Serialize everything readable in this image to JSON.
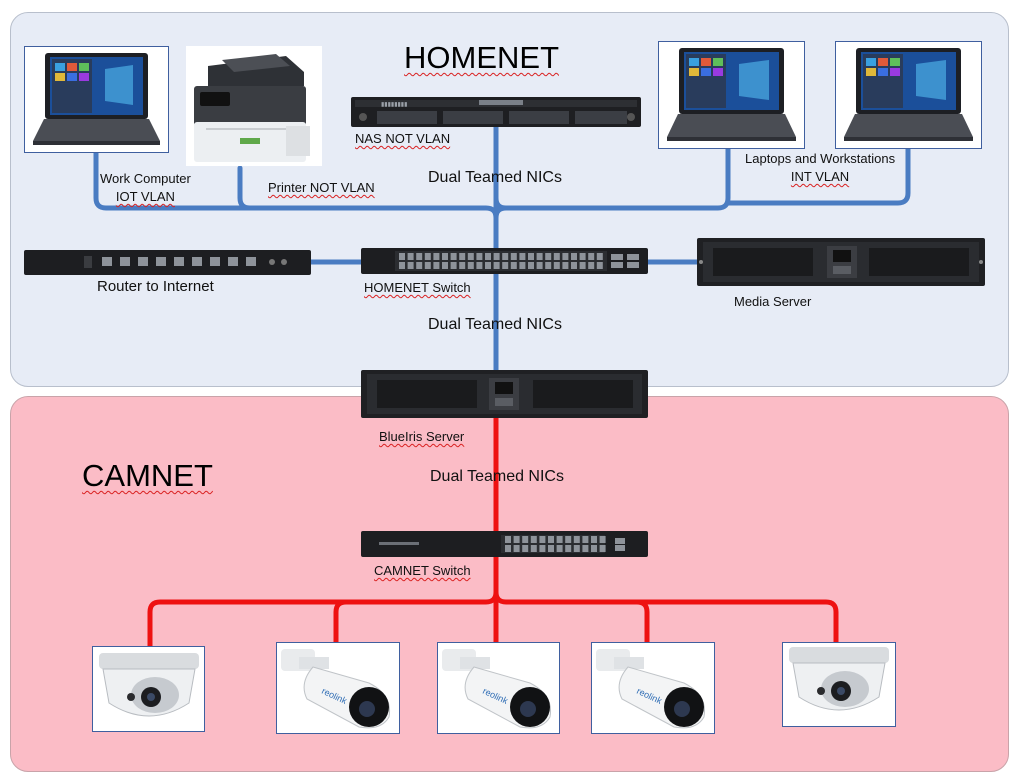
{
  "zones": {
    "homenet": {
      "title": "HOMENET",
      "color": "#e7ecf6"
    },
    "camnet": {
      "title": "CAMNET",
      "color": "#fbbcc6"
    }
  },
  "labels": {
    "work_computer_line1": "Work Computer",
    "work_computer_line2": "IOT VLAN",
    "printer": "Printer NOT VLAN",
    "nas": "NAS NOT VLAN",
    "laptops_line1": "Laptops and Workstations",
    "laptops_line2": "INT VLAN",
    "teamed_top": "Dual Teamed NICs",
    "router": "Router to Internet",
    "homenet_switch": "HOMENET Switch",
    "media_server": "Media Server",
    "teamed_mid": "Dual Teamed NICs",
    "blueiris": "BlueIris Server",
    "teamed_bottom": "Dual Teamed NICs",
    "camnet_switch": "CAMNET Switch"
  },
  "colors": {
    "homenet_link": "#4a7cc2",
    "camnet_link": "#ee1111"
  },
  "icons": {
    "work_computer": "laptop-icon",
    "printer": "printer-icon",
    "nas": "rack-nas-icon",
    "laptop_1": "laptop-icon",
    "laptop_2": "laptop-icon",
    "router": "router-icon",
    "homenet_switch": "switch-icon",
    "media_server": "server-icon",
    "blueiris_server": "server-icon",
    "camnet_switch": "switch-icon",
    "cameras": [
      "dome-camera-icon",
      "bullet-camera-icon",
      "bullet-camera-icon",
      "bullet-camera-icon",
      "dome-camera-icon"
    ]
  }
}
